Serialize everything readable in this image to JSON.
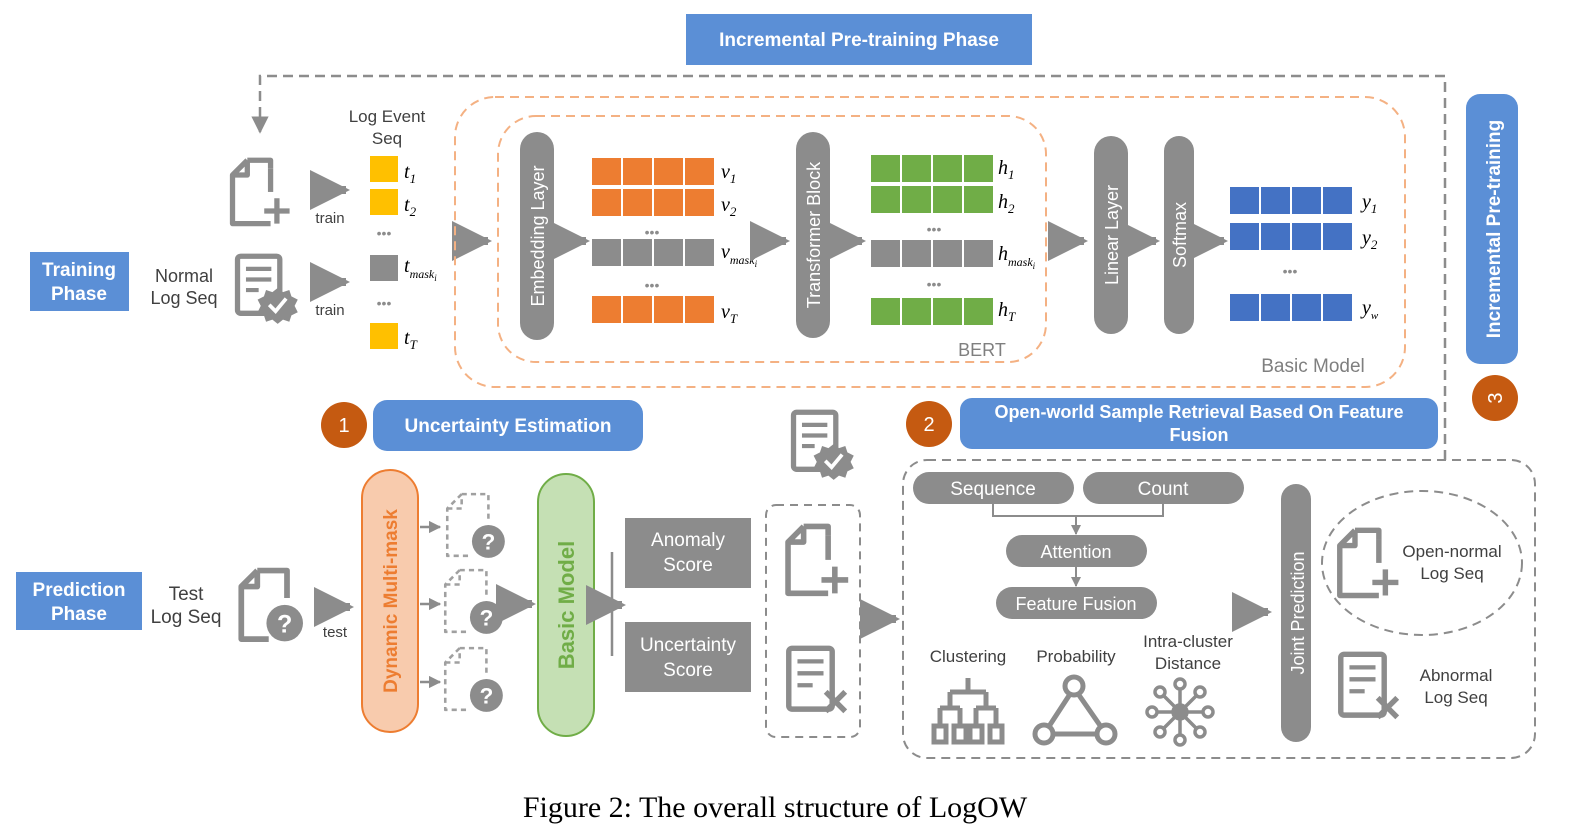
{
  "header": {
    "incremental_phase": "Incremental Pre-training Phase"
  },
  "training": {
    "phase_label_1": "Training",
    "phase_label_2": "Phase",
    "input_1": "Normal",
    "input_2": "Log Seq",
    "train_label": "train",
    "seq_title_1": "Log Event",
    "seq_title_2": "Seq",
    "ellipsis": "•••",
    "events": [
      {
        "sym": "t",
        "sub": "1"
      },
      {
        "sym": "t",
        "sub": "2"
      },
      {
        "sym": "t",
        "sub": "mask",
        "subsub": "i"
      },
      {
        "sym": "t",
        "sub": "T"
      }
    ]
  },
  "bert": {
    "embedding_layer": "Embedding Layer",
    "transformer_block": "Transformer Block",
    "label": "BERT",
    "v": [
      {
        "sym": "v",
        "sub": "1"
      },
      {
        "sym": "v",
        "sub": "2"
      },
      {
        "sym": "v",
        "sub": "mask",
        "subsub": "i"
      },
      {
        "sym": "v",
        "sub": "T"
      }
    ],
    "h": [
      {
        "sym": "h",
        "sub": "1"
      },
      {
        "sym": "h",
        "sub": "2"
      },
      {
        "sym": "h",
        "sub": "mask",
        "subsub": "i"
      },
      {
        "sym": "h",
        "sub": "T"
      }
    ]
  },
  "basic_model": {
    "linear_layer": "Linear Layer",
    "softmax": "Softmax",
    "label": "Basic Model",
    "y": [
      {
        "sym": "y",
        "sub": "1"
      },
      {
        "sym": "y",
        "sub": "2"
      },
      {
        "sym": "y",
        "sub": "w"
      }
    ]
  },
  "incremental_side": {
    "label": "Incremental Pre-training",
    "num": "3"
  },
  "uncertainty": {
    "num": "1",
    "label": "Uncertainty Estimation"
  },
  "openworld": {
    "num": "2",
    "label_1": "Open-world Sample Retrieval Based On Feature",
    "label_2": "Fusion"
  },
  "prediction": {
    "phase_label_1": "Prediction",
    "phase_label_2": "Phase",
    "input_1": "Test",
    "input_2": "Log Seq",
    "test_label": "test",
    "dynamic_multimask": "Dynamic Multi-mask",
    "basic_model": "Basic Model",
    "anomaly_1": "Anomaly",
    "anomaly_2": "Score",
    "uncertainty_1": "Uncertainty",
    "uncertainty_2": "Score"
  },
  "fusion": {
    "sequence": "Sequence",
    "count": "Count",
    "attention": "Attention",
    "feature_fusion": "Feature Fusion",
    "clustering": "Clustering",
    "probability": "Probability",
    "intra_1": "Intra-cluster",
    "intra_2": "Distance",
    "joint_prediction": "Joint Prediction",
    "open_normal_1": "Open-normal",
    "open_normal_2": "Log Seq",
    "abnormal_1": "Abnormal",
    "abnormal_2": "Log Seq"
  },
  "caption": "Figure 2: The overall structure of LogOW",
  "colors": {
    "blue_box": "#5b8fd6",
    "gray": "#8c8c8c",
    "orange_cell": "#ed7d31",
    "green_cell": "#70ad47",
    "blue_cell": "#4472c4",
    "yellow_cell": "#ffc000",
    "num_circle": "#c55a11",
    "dashed_orange": "#f4b183",
    "dyn_fill": "#f8cbad",
    "dyn_text": "#ed7d31",
    "bm_fill": "#c5e0b4",
    "bm_text": "#70ad47"
  }
}
